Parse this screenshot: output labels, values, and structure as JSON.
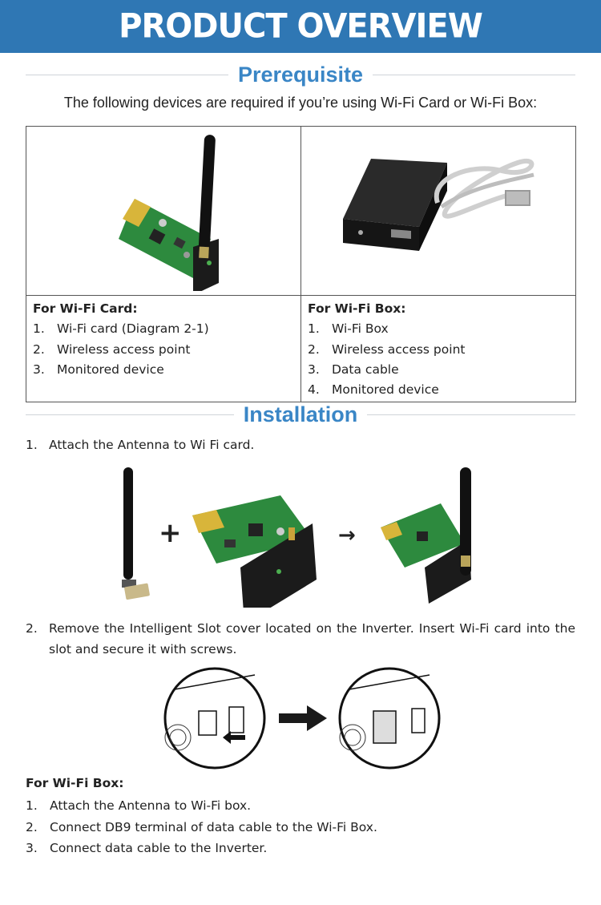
{
  "header": {
    "title": "PRODUCT OVERVIEW"
  },
  "prerequisite": {
    "heading": "Prerequisite",
    "intro": "The following devices are required if you’re using Wi-Fi Card or Wi-Fi Box:",
    "card": {
      "heading": "For Wi-Fi Card:",
      "items": [
        {
          "num": "1.",
          "text": "Wi-Fi card (Diagram 2-1)"
        },
        {
          "num": "2.",
          "text": "Wireless access point"
        },
        {
          "num": "3.",
          "text": "Monitored device"
        }
      ]
    },
    "box": {
      "heading": "For Wi-Fi Box:",
      "items": [
        {
          "num": "1.",
          "text": "Wi-Fi Box"
        },
        {
          "num": "2.",
          "text": "Wireless access point"
        },
        {
          "num": "3.",
          "text": "Data cable"
        },
        {
          "num": "4.",
          "text": "Monitored device"
        }
      ]
    }
  },
  "installation": {
    "heading": "Installation",
    "steps": [
      {
        "num": "1.",
        "text": "Attach the Antenna to Wi Fi card."
      },
      {
        "num": "2.",
        "text": "Remove the Intelligent Slot cover located on the Inverter. Insert Wi-Fi card into the slot and secure it with screws."
      }
    ],
    "box_heading": "For Wi-Fi Box:",
    "box_steps": [
      {
        "num": "1.",
        "text": "Attach the Antenna to Wi-Fi box."
      },
      {
        "num": "2.",
        "text": "Connect DB9 terminal of data cable to the Wi-Fi Box."
      },
      {
        "num": "3.",
        "text": "Connect data cable to the Inverter."
      }
    ]
  },
  "diagram_symbols": {
    "plus": "+",
    "arrow": "→"
  },
  "colors": {
    "banner": "#2f77b4",
    "heading": "#3a86c6"
  }
}
